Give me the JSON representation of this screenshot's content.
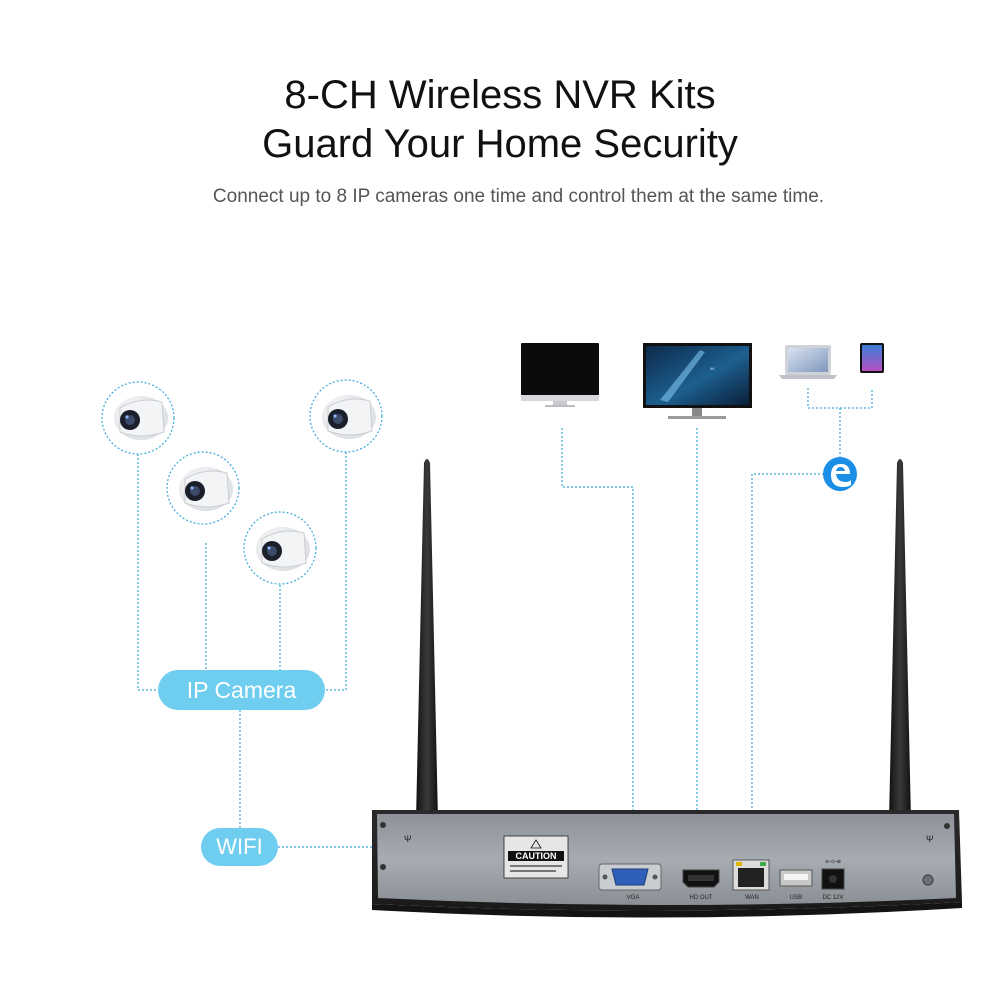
{
  "headline": {
    "line1": "8-CH Wireless NVR Kits",
    "line2": "Guard Your Home Security"
  },
  "subtitle": "Connect up to 8 IP cameras one time and control them at the same time.",
  "labels": {
    "ip_camera": "IP Camera",
    "wifi": "WIFI"
  },
  "nvr_panel": {
    "caution": "CAUTION",
    "ports": {
      "vga": "VGA",
      "hd_out": "HD OUT",
      "wan": "WAN",
      "usb": "USB",
      "dc": "DC 12V"
    }
  },
  "colors": {
    "accent": "#6fcdf0",
    "connector_line": "#3aa9d9",
    "edge_icon": "#1b8ee6"
  }
}
